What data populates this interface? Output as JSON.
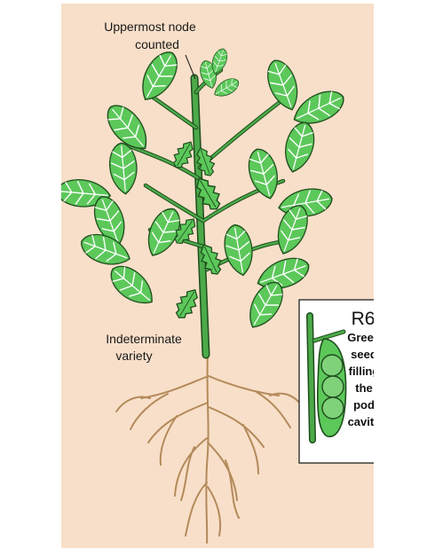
{
  "labels": {
    "top_line1": "Uppermost node",
    "top_line2": "counted",
    "variety_line1": "Indeterminate",
    "variety_line2": "variety"
  },
  "inset": {
    "stage": "R6",
    "caption": [
      "Green",
      "seed",
      "filling",
      "the",
      "pod",
      "cavity"
    ]
  },
  "colors": {
    "background": "#f8dfc9",
    "leaf": "#5cc85a",
    "leaf_outline": "#1f4d1d",
    "stem": "#4caa49",
    "root": "#b38a5a",
    "seed": "#7fd17a"
  }
}
